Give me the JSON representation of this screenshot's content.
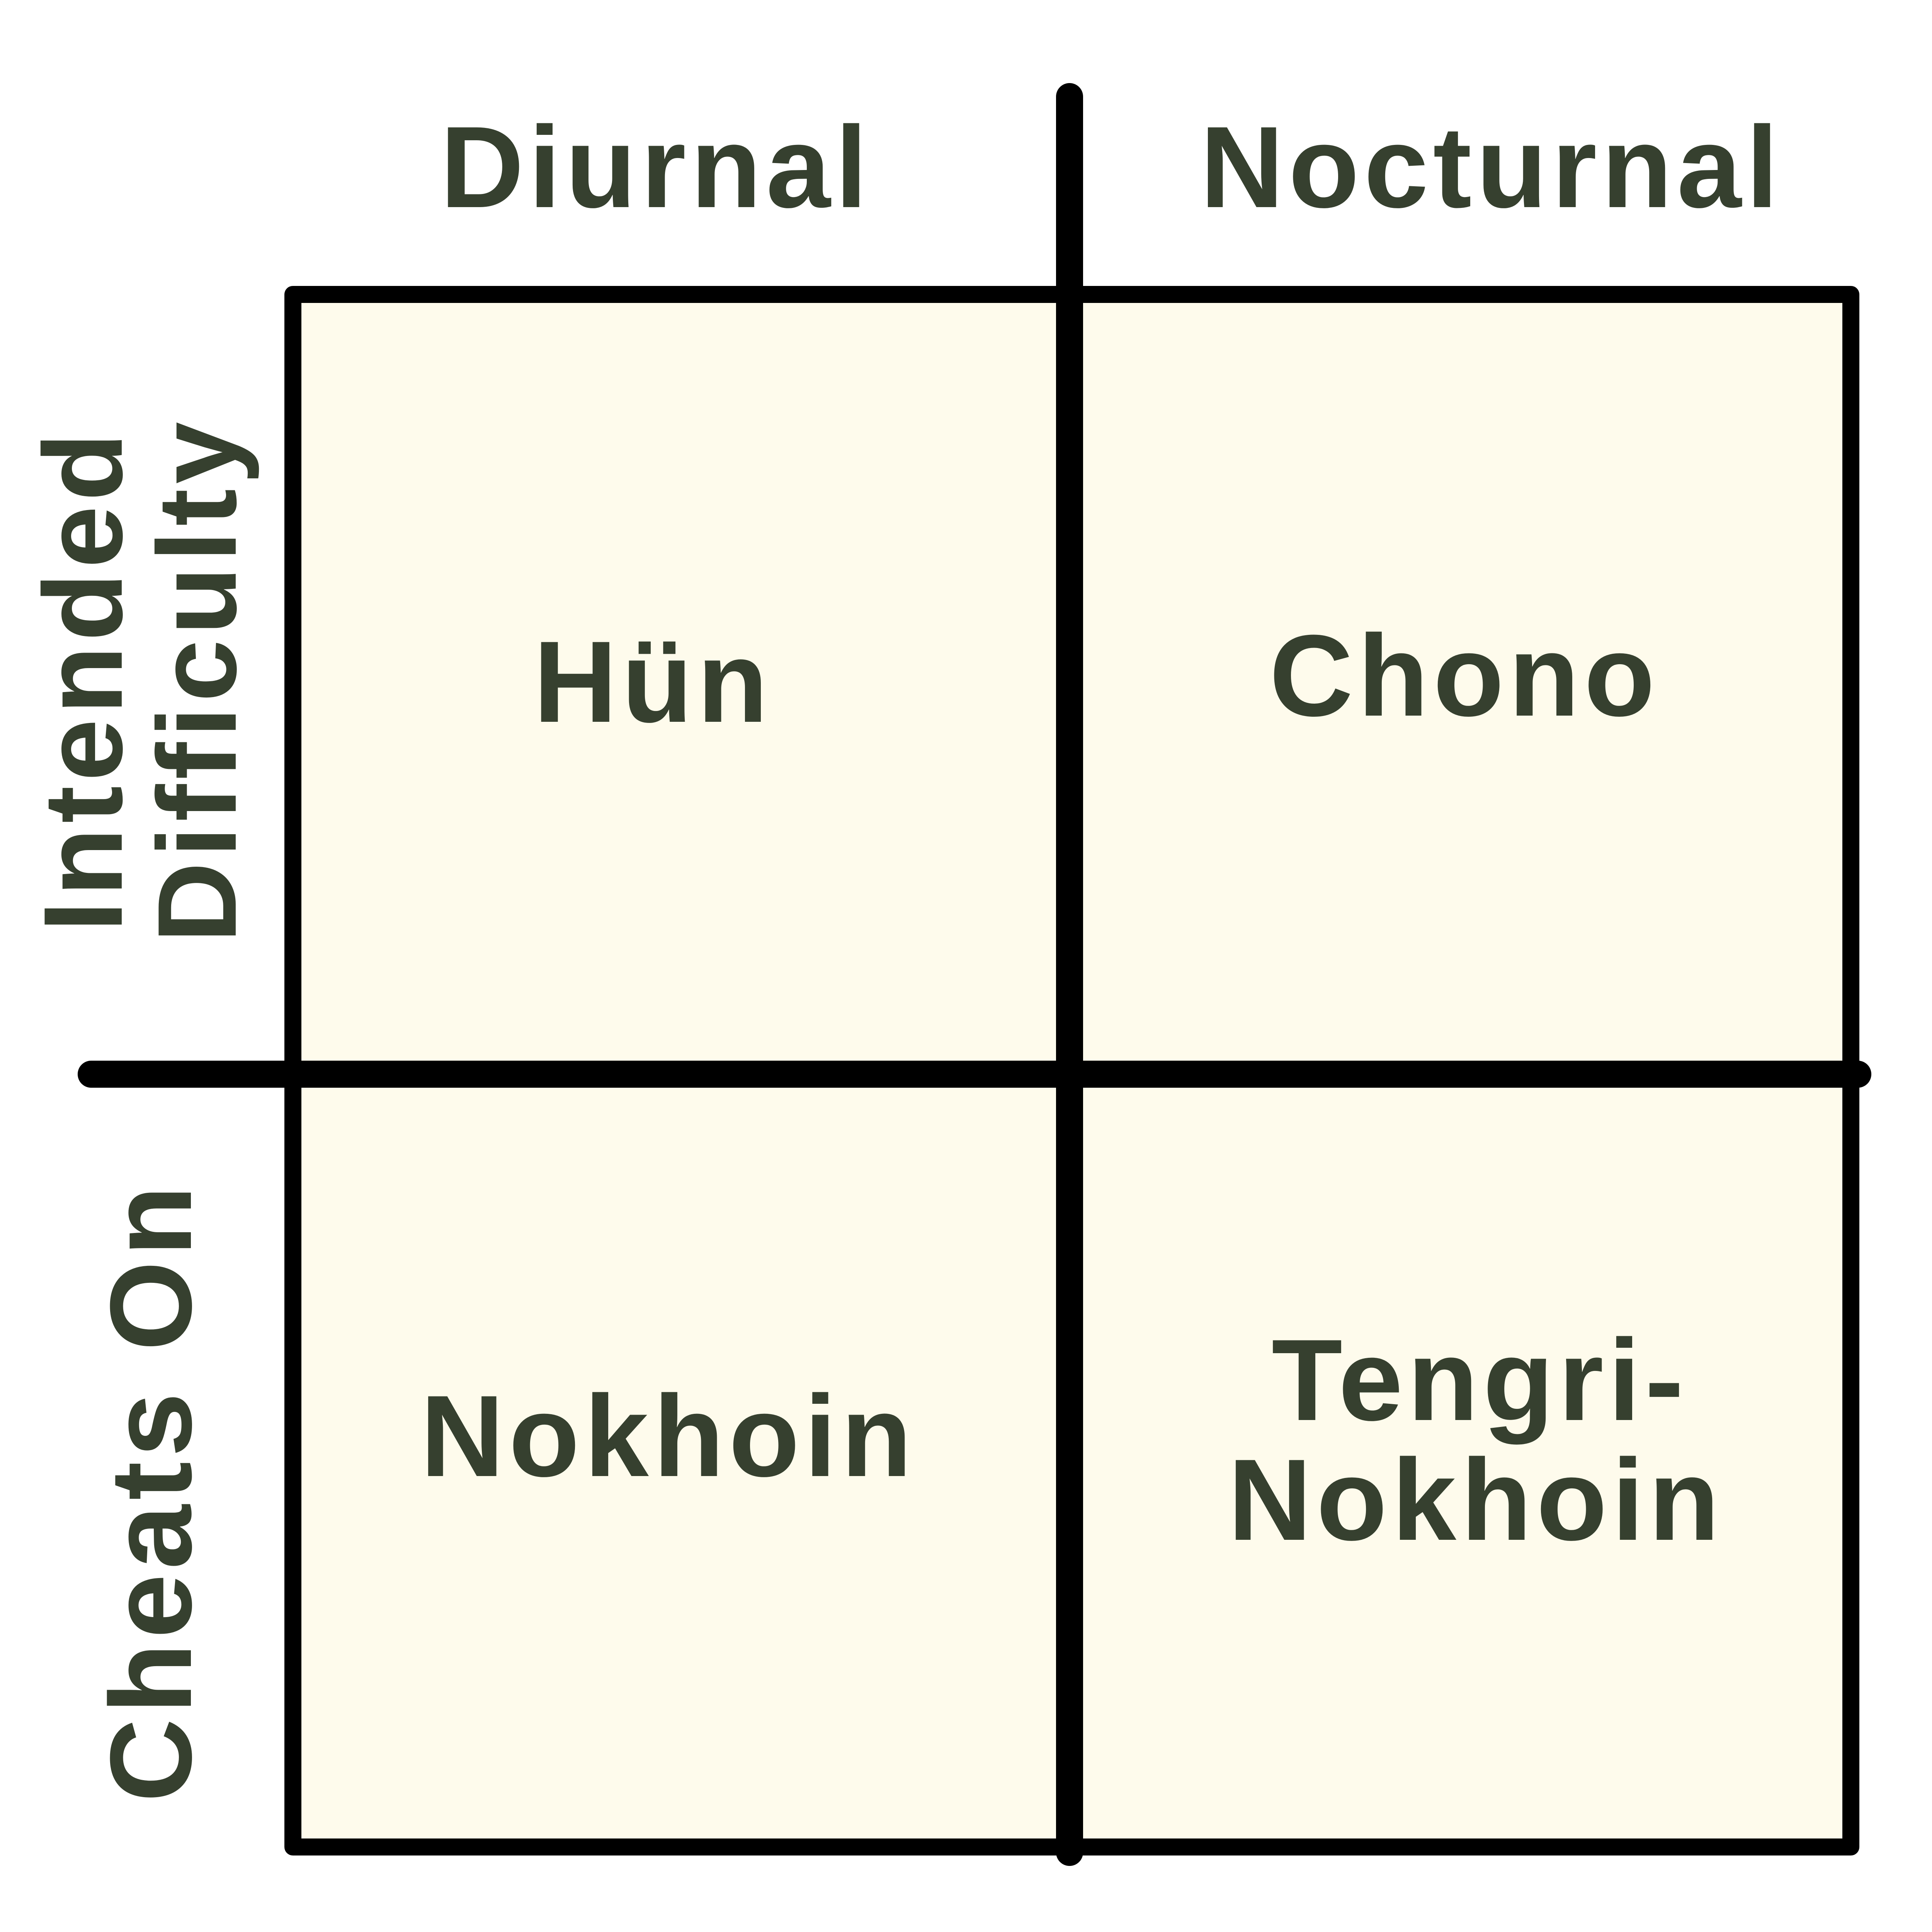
{
  "colors": {
    "text": "#36402f",
    "cell_fill": "#fefbec",
    "line": "#000000",
    "background": "#ffffff"
  },
  "column_headers": {
    "left": "Diurnal",
    "right": "Nocturnal"
  },
  "row_headers": {
    "top": {
      "line1": "Intended",
      "line2": "Difficulty"
    },
    "bottom": "Cheats On"
  },
  "cells": {
    "top_left": "Hün",
    "top_right": "Chono",
    "bottom_left": "Nokhoin",
    "bottom_right": {
      "line1": "Tengri-",
      "line2": "Nokhoin"
    }
  }
}
